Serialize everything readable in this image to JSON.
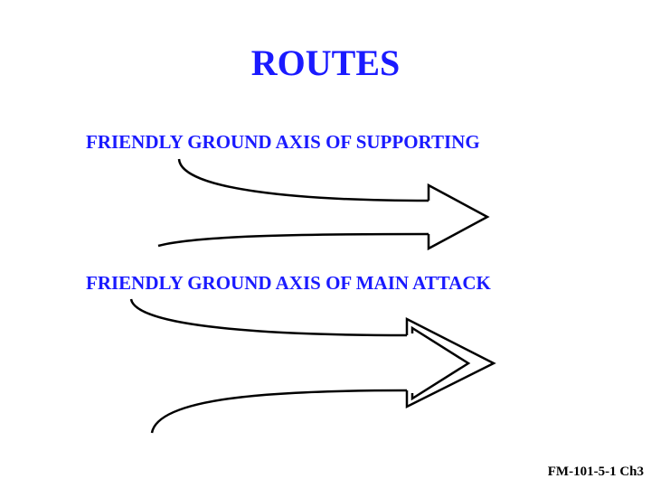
{
  "title": "ROUTES",
  "symbols": [
    {
      "label": "FRIENDLY GROUND AXIS OF SUPPORTING",
      "arrow_style": "single-outline"
    },
    {
      "label": "FRIENDLY GROUND AXIS OF MAIN ATTACK",
      "arrow_style": "double-outline"
    }
  ],
  "footer": "FM-101-5-1 Ch3",
  "colors": {
    "text": "#1a1aff",
    "line": "#000000",
    "background": "#ffffff"
  }
}
